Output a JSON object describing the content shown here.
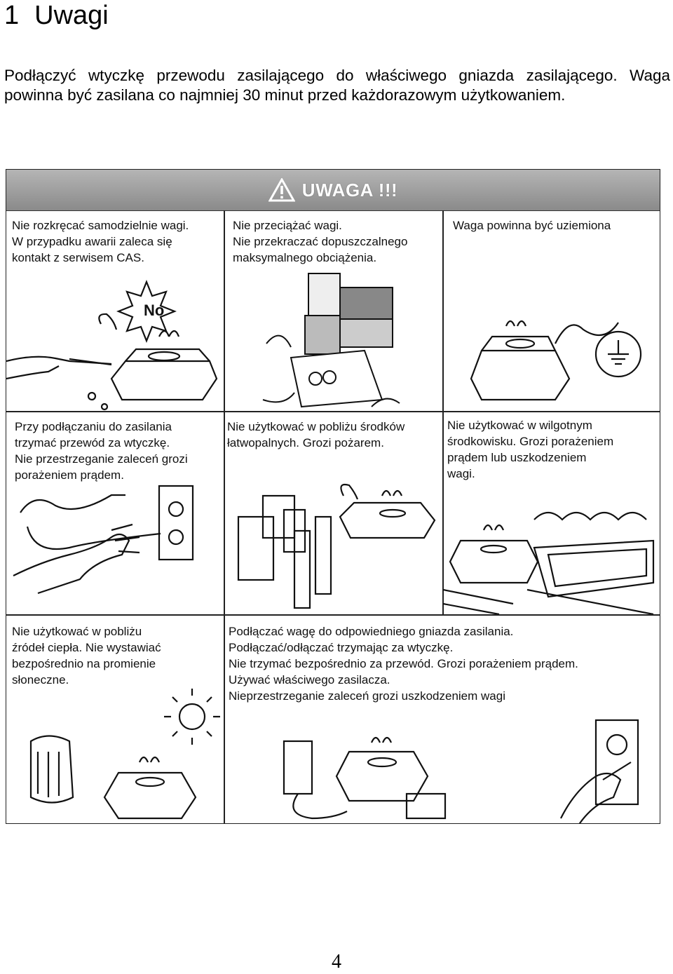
{
  "heading": {
    "number": "1",
    "title": "Uwagi"
  },
  "intro": "Podłączyć wtyczkę przewodu zasilającego do właściwego gniazda zasilającego. Waga powinna być zasilana co najmniej 30 minut przed każdorazowym użytkowaniem.",
  "banner": {
    "title": "UWAGA !!!",
    "icon": "warning-triangle-icon"
  },
  "cells": [
    {
      "lines": [
        "Nie rozkręcać samodzielnie wagi.",
        "W przypadku awarii zaleca się",
        "kontakt z serwisem CAS."
      ],
      "illustration_label": "No"
    },
    {
      "lines": [
        "Nie przeciążać wagi.",
        "Nie przekraczać dopuszczalnego",
        "maksymalnego obciążenia."
      ]
    },
    {
      "lines": [
        "Waga powinna być uziemiona"
      ]
    },
    {
      "lines": [
        "Przy podłączaniu do zasilania",
        "trzymać przewód za wtyczkę.",
        "Nie przestrzeganie zaleceń grozi",
        "porażeniem prądem."
      ]
    },
    {
      "lines": [
        "Nie użytkować w pobliżu środków",
        "łatwopalnych. Grozi pożarem."
      ]
    },
    {
      "lines": [
        "Nie użytkować w wilgotnym",
        "środkowisku. Grozi porażeniem",
        "prądem lub uszkodzeniem",
        "wagi."
      ]
    },
    {
      "lines": [
        "Nie użytkować w pobliżu",
        "źródeł ciepła. Nie wystawiać",
        "bezpośrednio na promienie",
        "słoneczne."
      ]
    },
    {
      "lines": [
        "Podłączać wagę do odpowiedniego gniazda zasilania.",
        "Podłączać/odłączać trzymając za wtyczkę.",
        "Nie trzymać bezpośrednio za przewód. Grozi porażeniem prądem.",
        "Używać właściwego zasilacza.",
        "Nieprzestrzeganie zaleceń grozi uszkodzeniem wagi"
      ]
    }
  ],
  "page_number": "4"
}
